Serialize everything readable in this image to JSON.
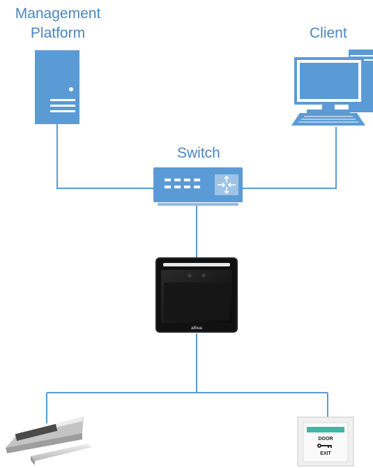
{
  "diagram": {
    "nodes": {
      "management_platform": {
        "label_line1": "Management",
        "label_line2": "Platform",
        "icon": "server-icon"
      },
      "client": {
        "label": "Client",
        "icon": "desktop-computer-icon"
      },
      "switch": {
        "label": "Switch",
        "icon": "network-switch-icon"
      },
      "access_controller": {
        "label": "",
        "brand_mark": "alhua",
        "icon": "face-recognition-terminal-icon"
      },
      "lock": {
        "label": "",
        "icon": "magnetic-lock-icon"
      },
      "exit_button": {
        "label": "",
        "line1": "DOOR",
        "line2": "EXIT",
        "icon": "exit-button-icon"
      }
    },
    "colors": {
      "accent": "#5b9bd5",
      "line": "#5b9bd5",
      "label": "#4a86c2",
      "device_body": "#1a1a1a"
    }
  }
}
